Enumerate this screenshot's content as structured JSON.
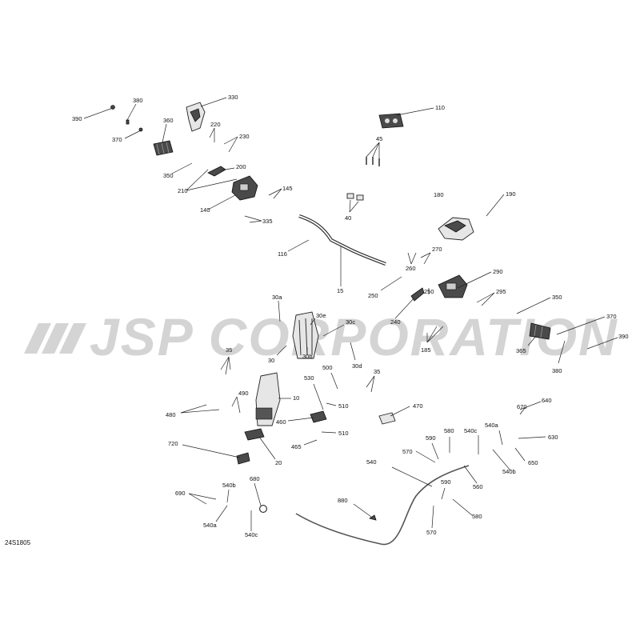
{
  "watermark": "JSP CORPORATION",
  "diagram_code": "24S1805",
  "labels": {
    "l390": "390",
    "l380": "380",
    "l370": "370",
    "l360": "360",
    "l330": "330",
    "l220": "220",
    "l230": "230",
    "l350": "350",
    "l200": "200",
    "l210": "210",
    "l140": "140",
    "l145": "145",
    "l335": "335",
    "l110": "110",
    "l45": "45",
    "l40": "40",
    "l180": "180",
    "l190": "190",
    "l116": "116",
    "l15": "15",
    "l270": "270",
    "l260": "260",
    "l290": "290",
    "l250a": "250",
    "l250b": "250",
    "l240": "240",
    "l295": "295",
    "l350b": "350",
    "l370b": "370",
    "l390b": "390",
    "l365": "365",
    "l380b": "380",
    "l30a": "30a",
    "l30e": "30e",
    "l30c": "30c",
    "l30b": "30b",
    "l30d": "30d",
    "l30": "30",
    "l185": "185",
    "l35a": "35",
    "l35b": "35",
    "l500": "500",
    "l530": "530",
    "l490": "490",
    "l10": "10",
    "l480": "480",
    "l510a": "510",
    "l460": "460",
    "l510b": "510",
    "l465": "465",
    "l470": "470",
    "l720": "720",
    "l20": "20",
    "l670": "670",
    "l640": "640",
    "l580a": "580",
    "l540ca": "540c",
    "l540aa": "540a",
    "l630": "630",
    "l590a": "590",
    "l570a": "570",
    "l650": "650",
    "l540": "540",
    "l540ba": "540b",
    "l560": "560",
    "l590b": "590",
    "l690": "690",
    "l540bb": "540b",
    "l680": "680",
    "l880": "880",
    "l580b": "580",
    "l540ab": "540a",
    "l540cb": "540c",
    "l570b": "570"
  },
  "colors": {
    "watermark": "#d4d4d4",
    "line": "#222222",
    "part_fill": "#e6e6e6"
  }
}
